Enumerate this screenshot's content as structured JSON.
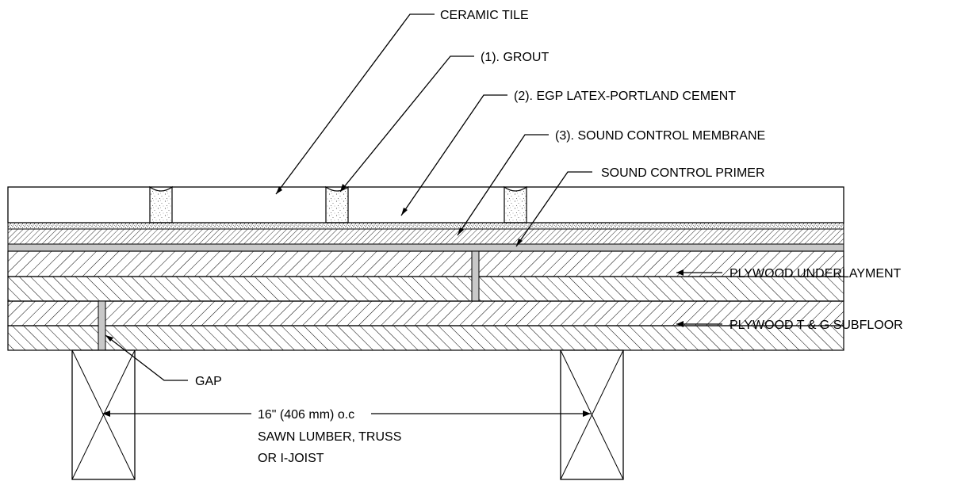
{
  "labels": {
    "ceramic_tile": "CERAMIC TILE",
    "grout": "(1). GROUT",
    "latex_cement": "(2). EGP LATEX-PORTLAND CEMENT",
    "membrane": "(3). SOUND CONTROL MEMBRANE",
    "primer": "SOUND CONTROL PRIMER",
    "underlayment": "PLYWOOD UNDERLAYMENT",
    "subfloor": "PLYWOOD T & G SUBFLOOR",
    "gap": "GAP",
    "spacing_line1": "16\" (406 mm) o.c",
    "spacing_line2": "SAWN LUMBER, TRUSS",
    "spacing_line3": "OR I-JOIST"
  }
}
